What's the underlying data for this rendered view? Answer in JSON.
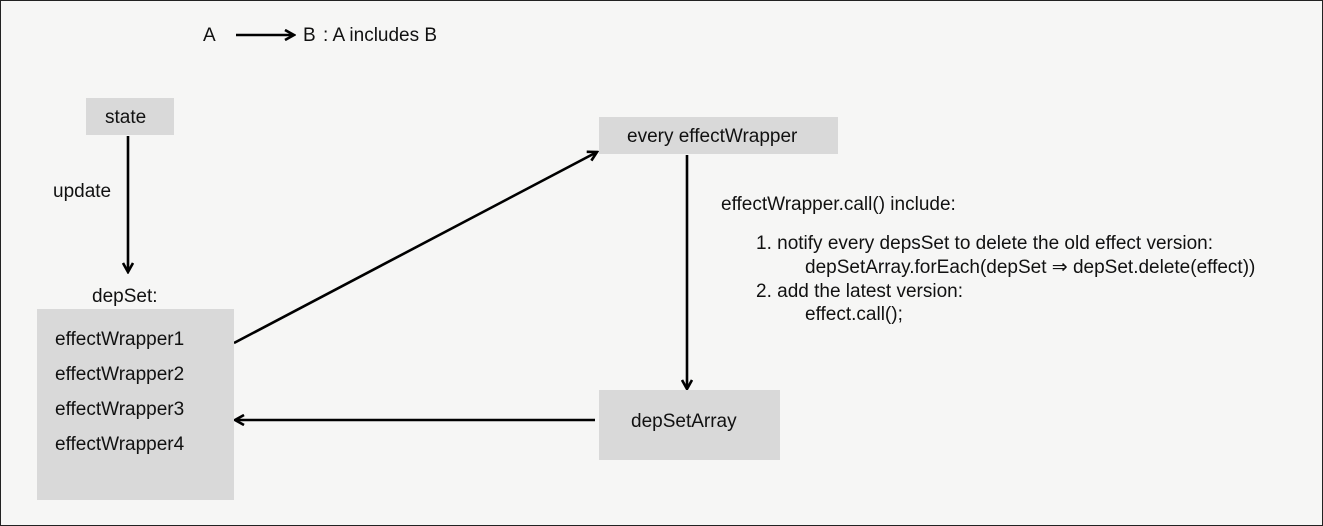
{
  "legend": {
    "a": "A",
    "b": "B",
    "desc": ": A includes B"
  },
  "nodes": {
    "state": "state",
    "update": "update",
    "depset_title": "depSet:",
    "depset_items": [
      "effectWrapper1",
      "effectWrapper2",
      "effectWrapper3",
      "effectWrapper4"
    ],
    "every_effect_wrapper": "every effectWrapper",
    "dep_set_array": "depSetArray"
  },
  "notes": {
    "heading": "effectWrapper.call() include:",
    "step1": "1. notify every depsSet to delete the old effect version:",
    "step1_code": "depSetArray.forEach(depSet ⇒ depSet.delete(effect))",
    "step2": "2. add the latest version:",
    "step2_code": "effect.call();"
  },
  "colors": {
    "box_fill": "#d9d9d9",
    "background": "#f6f6f5",
    "stroke": "#000000"
  }
}
